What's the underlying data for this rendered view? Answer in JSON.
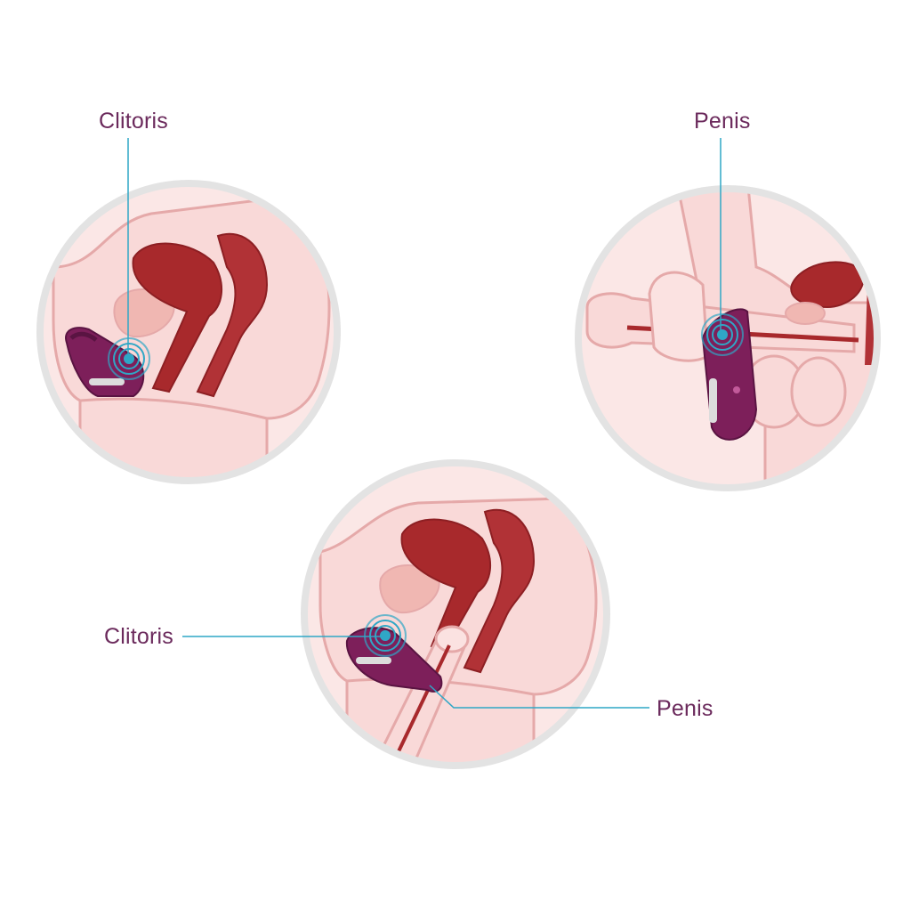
{
  "labels": {
    "top_left_clitoris": "Clitoris",
    "top_right_penis": "Penis",
    "bottom_clitoris": "Clitoris",
    "bottom_penis": "Penis"
  },
  "colors": {
    "line": "#2fa7c6",
    "label_text": "#6b2a5c",
    "circle_border": "#e3e3e3",
    "skin": "#fbe2e1",
    "skin_outline": "#e5a9a9",
    "organ_dark": "#a8292c",
    "organ_light": "#f2b8b4",
    "device": "#7d1f5a"
  },
  "icons": [
    "vibration-waves-icon",
    "massager-device-icon"
  ]
}
